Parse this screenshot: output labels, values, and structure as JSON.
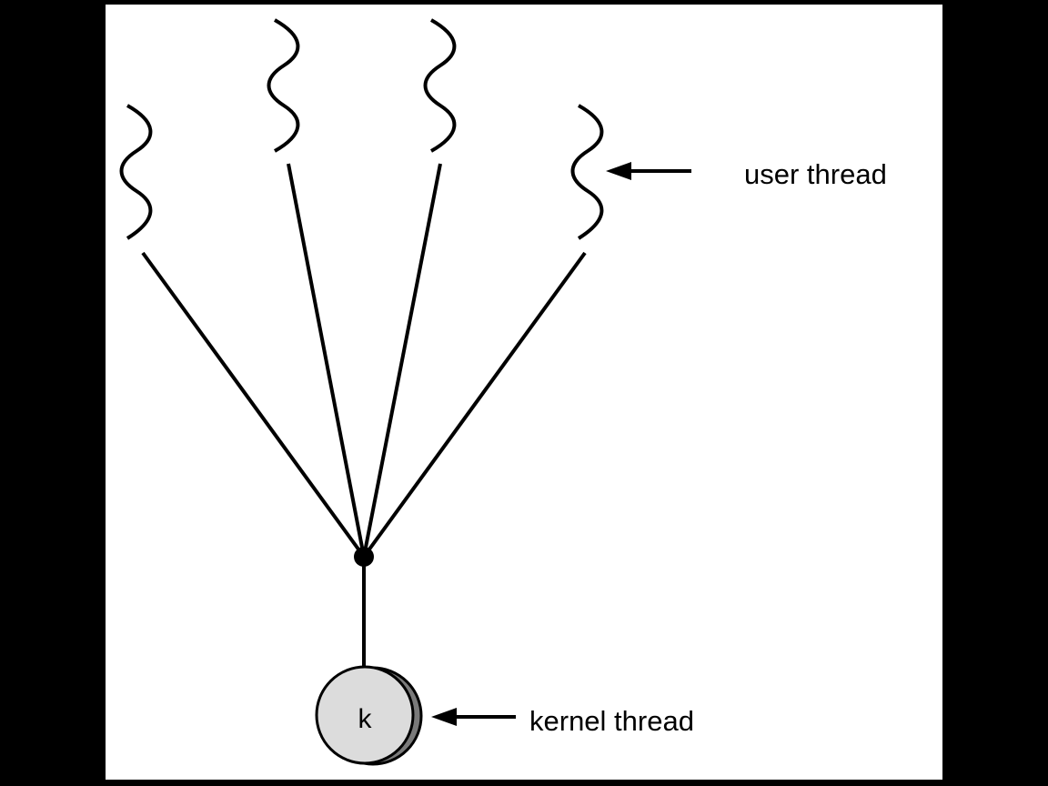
{
  "diagram": {
    "labels": {
      "user_thread": "user thread",
      "kernel_thread": "kernel thread",
      "kernel_symbol": "k"
    },
    "colors": {
      "background": "#000000",
      "panel": "#ffffff",
      "stroke": "#000000",
      "kernel_fill": "#dcdcdc",
      "kernel_shadow": "#7a7a7a"
    },
    "user_threads": 4,
    "kernel_threads": 1
  }
}
